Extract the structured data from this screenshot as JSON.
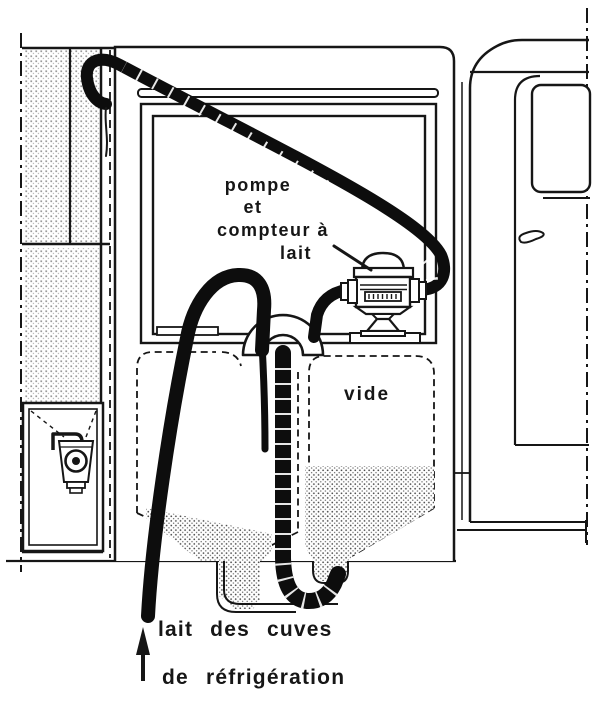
{
  "figure": {
    "title": "schema-collecte-lait",
    "pump_label": [
      "pompe",
      "et",
      "compteur à",
      "lait"
    ],
    "tank_state_label": "vide",
    "source_label": [
      "lait des cuves",
      "de réfrigération"
    ],
    "colors": {
      "ink": "#161616",
      "paper": "#ffffff",
      "hose": "#0d0d0d",
      "stipple_wall": "#9a9a9a",
      "stipple_milk": "#4d4d4d"
    },
    "icons": {
      "flow_arrow": "arrow-up",
      "pump_pointer": "pointer-line",
      "cut_line": "dash-dot-centerline"
    }
  }
}
